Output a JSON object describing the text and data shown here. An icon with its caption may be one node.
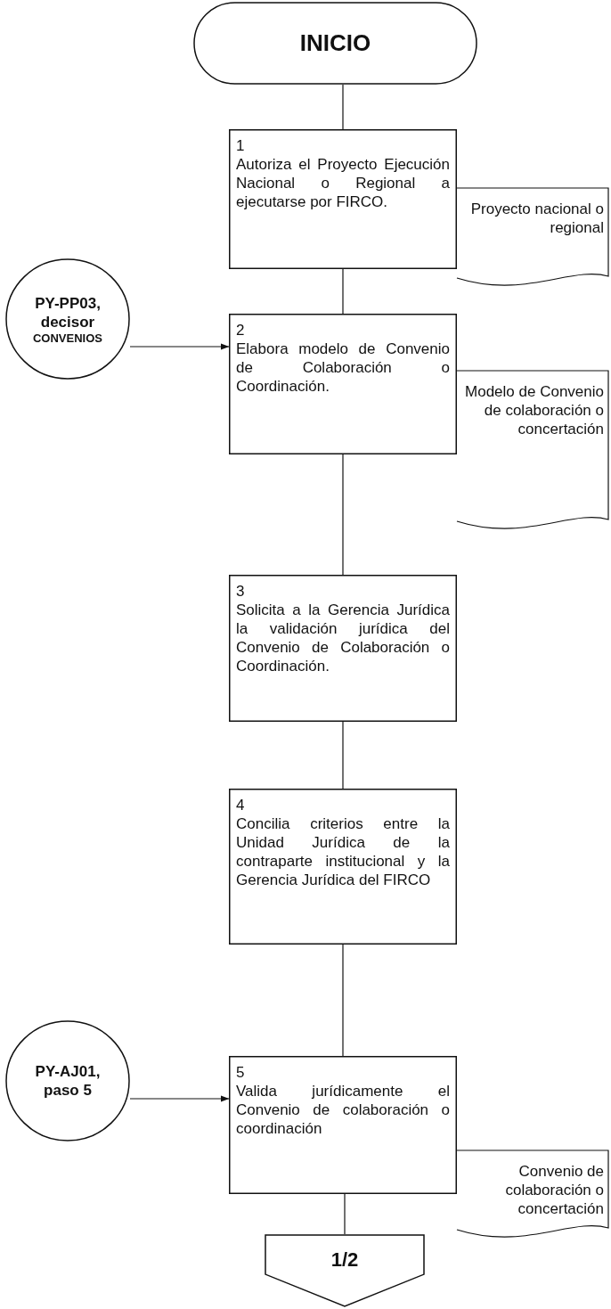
{
  "diagram": {
    "nodes": [
      {
        "text": [
          "INICIO"
        ]
      },
      {
        "text": [
          "1",
          "Autoriza el Proyecto Ejecución Nacional o Regional a ejecutarse por FIRCO."
        ]
      },
      {
        "text": [
          "Proyecto nacional o regional"
        ]
      },
      {
        "text": [
          "PY-PP03, decisor",
          "CONVENIOS"
        ]
      },
      {
        "text": [
          "2",
          "Elabora modelo de Convenio de Colaboración o Coordinación."
        ]
      },
      {
        "text": [
          "Modelo de Convenio de colaboración o concertación"
        ]
      },
      {
        "text": [
          "3",
          "Solicita a la Gerencia Jurídica la validación jurídica del Convenio de Colaboración o Coordinación."
        ]
      },
      {
        "text": [
          "4",
          "Concilia criterios entre la Unidad Jurídica de la contraparte institucional y la Gerencia Jurídica del FIRCO"
        ]
      },
      {
        "text": [
          "PY-AJ01, paso 5"
        ]
      },
      {
        "text": [
          "5",
          "Valida jurídicamente el Convenio de colaboración o coordinación"
        ]
      },
      {
        "text": [
          "Convenio de colaboración o concertación"
        ]
      },
      {
        "text": [
          "1/2"
        ]
      }
    ],
    "edges": [
      {
        "from": 0,
        "to": 1,
        "arrow": "none"
      },
      {
        "from": 1,
        "to": 4,
        "arrow": "none"
      },
      {
        "from": 3,
        "to": 4,
        "arrow": "to"
      },
      {
        "from": 4,
        "to": 6,
        "arrow": "none"
      },
      {
        "from": 6,
        "to": 7,
        "arrow": "none"
      },
      {
        "from": 7,
        "to": 9,
        "arrow": "none"
      },
      {
        "from": 8,
        "to": 9,
        "arrow": "to"
      },
      {
        "from": 9,
        "to": 11,
        "arrow": "none"
      }
    ]
  }
}
